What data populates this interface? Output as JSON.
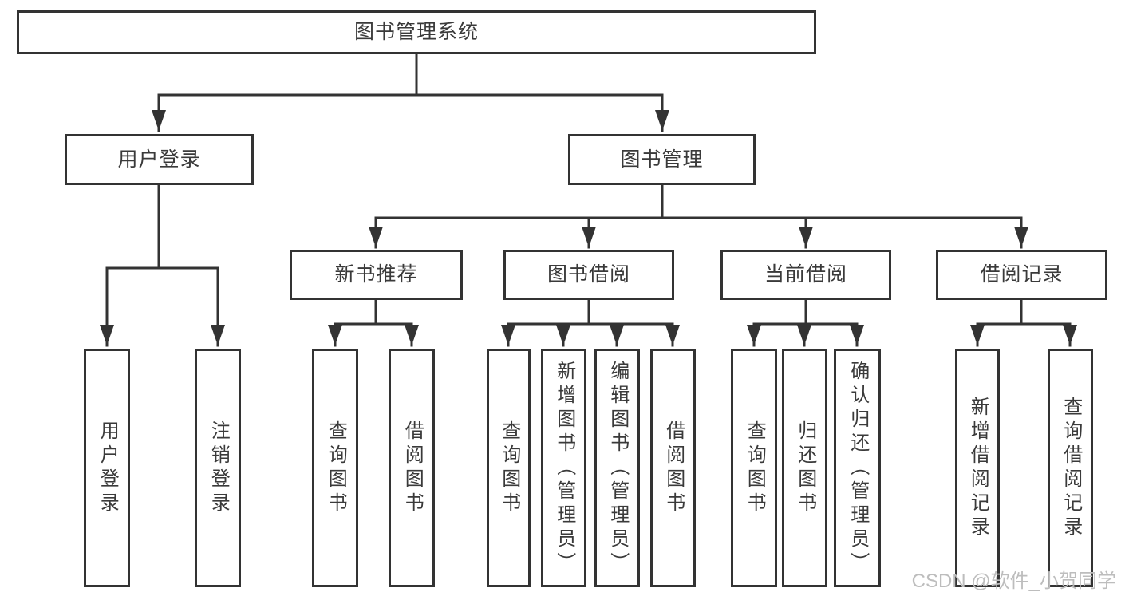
{
  "diagram": {
    "title": "图书管理系统",
    "level2": {
      "user_login": "用户登录",
      "book_management": "图书管理"
    },
    "level3": {
      "new_book_recommend": "新书推荐",
      "book_borrow": "图书借阅",
      "current_borrow": "当前借阅",
      "borrow_records": "借阅记录"
    },
    "leaves": {
      "user_login": [
        "用户登录",
        "注销登录"
      ],
      "new_book_recommend": [
        "查询图书",
        "借阅图书"
      ],
      "book_borrow": [
        "查询图书",
        "新增图书（管理员）",
        "编辑图书（管理员）",
        "借阅图书"
      ],
      "current_borrow": [
        "查询图书",
        "归还图书",
        "确认归还（管理员）"
      ],
      "borrow_records": [
        "新增借阅记录",
        "查询借阅记录"
      ]
    }
  },
  "watermark": "CSDN @软件_小贺同学",
  "colors": {
    "line": "#333333",
    "box_border": "#333333",
    "box_fill": "#ffffff",
    "text": "#3a3a3a",
    "watermark": "#bdbdbd"
  }
}
